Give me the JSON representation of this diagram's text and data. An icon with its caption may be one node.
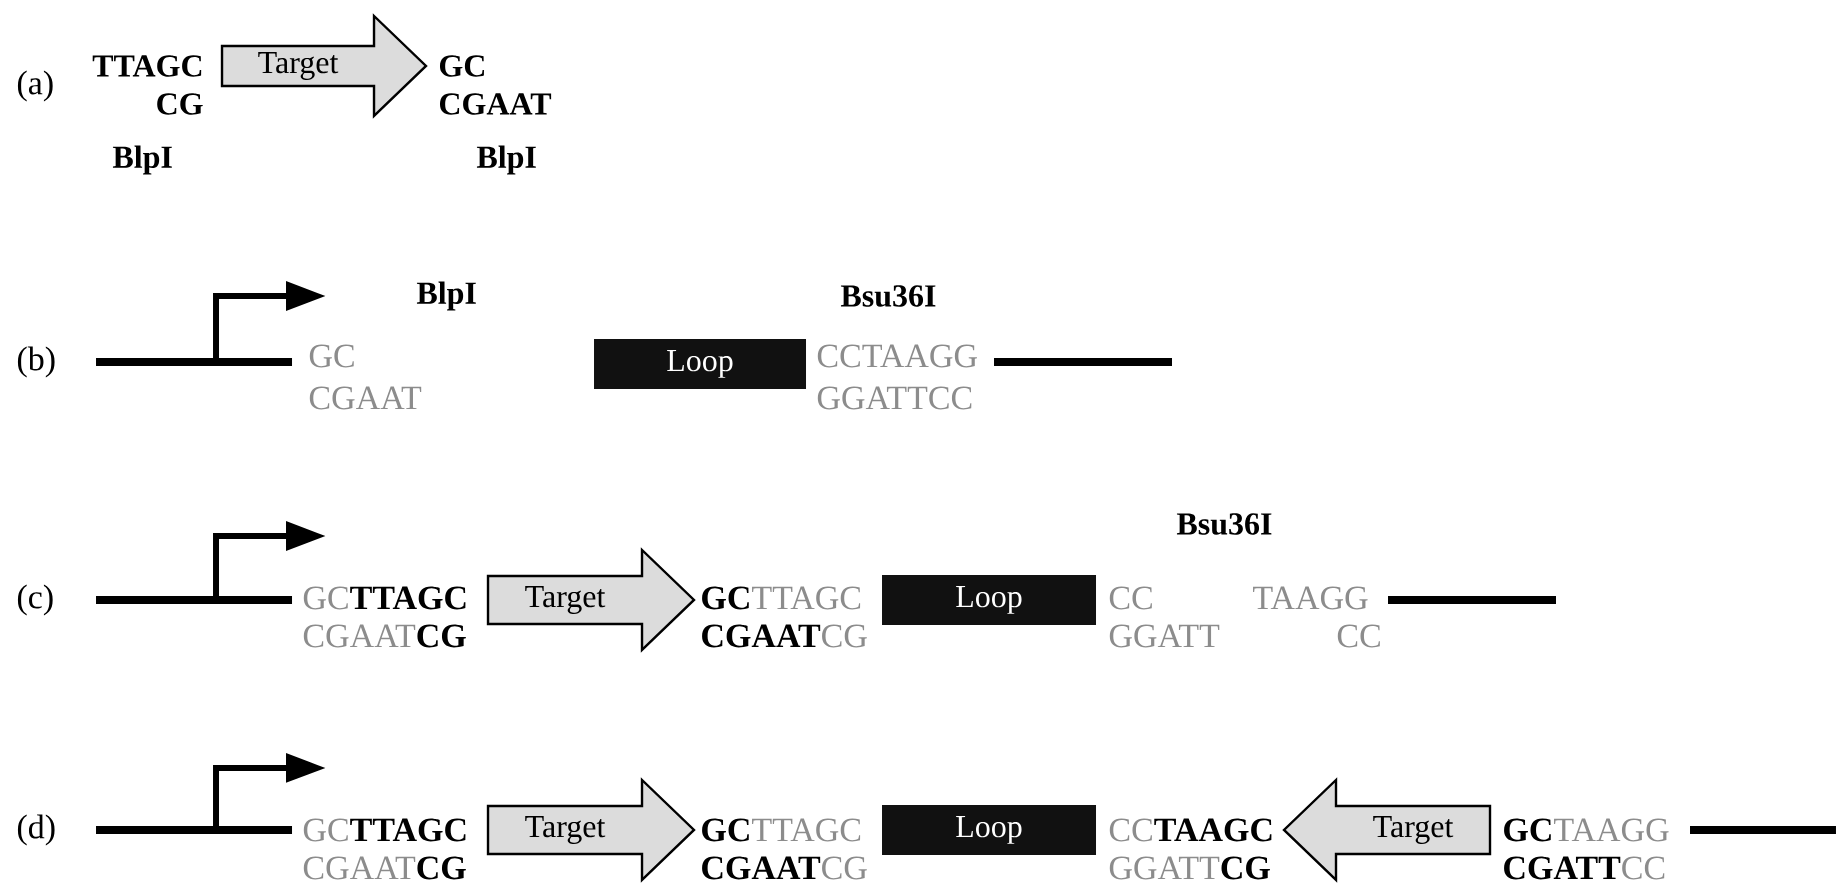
{
  "diagram": {
    "nodes": [
      {
        "text": [
          "Target"
        ]
      },
      {
        "text": [
          "Loop"
        ]
      },
      {
        "text": [
          "Target"
        ]
      },
      {
        "text": [
          "Loop"
        ]
      },
      {
        "text": [
          "Target"
        ]
      },
      {
        "text": [
          "Loop"
        ]
      },
      {
        "text": [
          "Target"
        ]
      }
    ],
    "edges": [],
    "labels": [
      "(a)",
      "TTAGC",
      "CG",
      "GC",
      "CGAAT",
      "BlpI",
      "BlpI",
      "(b)",
      "BlpI",
      "Bsu36I",
      "GC",
      "CGAAT",
      "CCTAAGG",
      "GGATTCC",
      "Bsu36I",
      "(c)",
      "GC**TTAGC**",
      "CGAAT**CG**",
      "**GC**TTAGC",
      "**CGAAT**CG",
      "CC",
      "TAAGG",
      "GGATT",
      "CC",
      "(d)",
      "GC**TTAGC**",
      "CGAAT**CG**",
      "**GC**TTAGC",
      "**CGAAT**CG",
      "CC**TAAGC**",
      "GGATT**CG**",
      "**GC**TAAGG",
      "**CGATT**CC"
    ]
  }
}
